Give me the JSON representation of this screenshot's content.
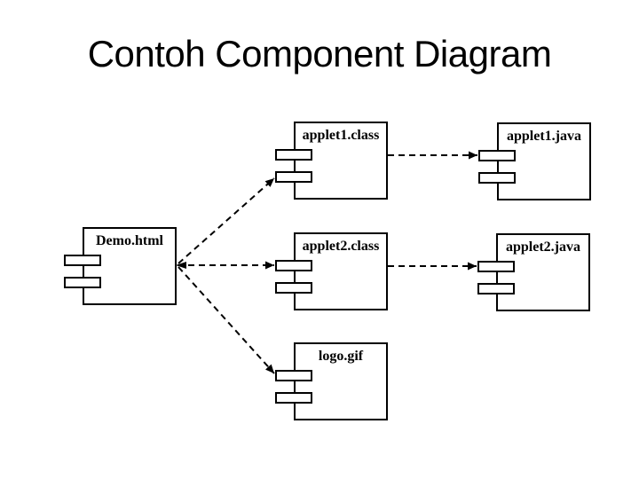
{
  "title": "Contoh Component Diagram",
  "colors": {
    "background": "#ffffff",
    "line": "#000000",
    "box_fill": "#ffffff",
    "text": "#000000"
  },
  "diagram": {
    "type": "uml-component-diagram",
    "components": [
      {
        "id": "demo-html",
        "label": "Demo.html"
      },
      {
        "id": "applet1-class",
        "label": "applet1.class"
      },
      {
        "id": "applet2-class",
        "label": "applet2.class"
      },
      {
        "id": "logo-gif",
        "label": "logo.gif"
      },
      {
        "id": "applet1-java",
        "label": "applet1.java"
      },
      {
        "id": "applet2-java",
        "label": "applet2.java"
      }
    ],
    "dependencies": [
      {
        "from": "Demo.html",
        "to": "applet1.class",
        "style": "dashed-arrow"
      },
      {
        "from": "Demo.html",
        "to": "applet2.class",
        "style": "dashed-arrow-both-ends"
      },
      {
        "from": "Demo.html",
        "to": "logo.gif",
        "style": "dashed-arrow"
      },
      {
        "from": "applet1.class",
        "to": "applet1.java",
        "style": "dashed-arrow"
      },
      {
        "from": "applet2.class",
        "to": "applet2.java",
        "style": "dashed-arrow"
      }
    ]
  }
}
